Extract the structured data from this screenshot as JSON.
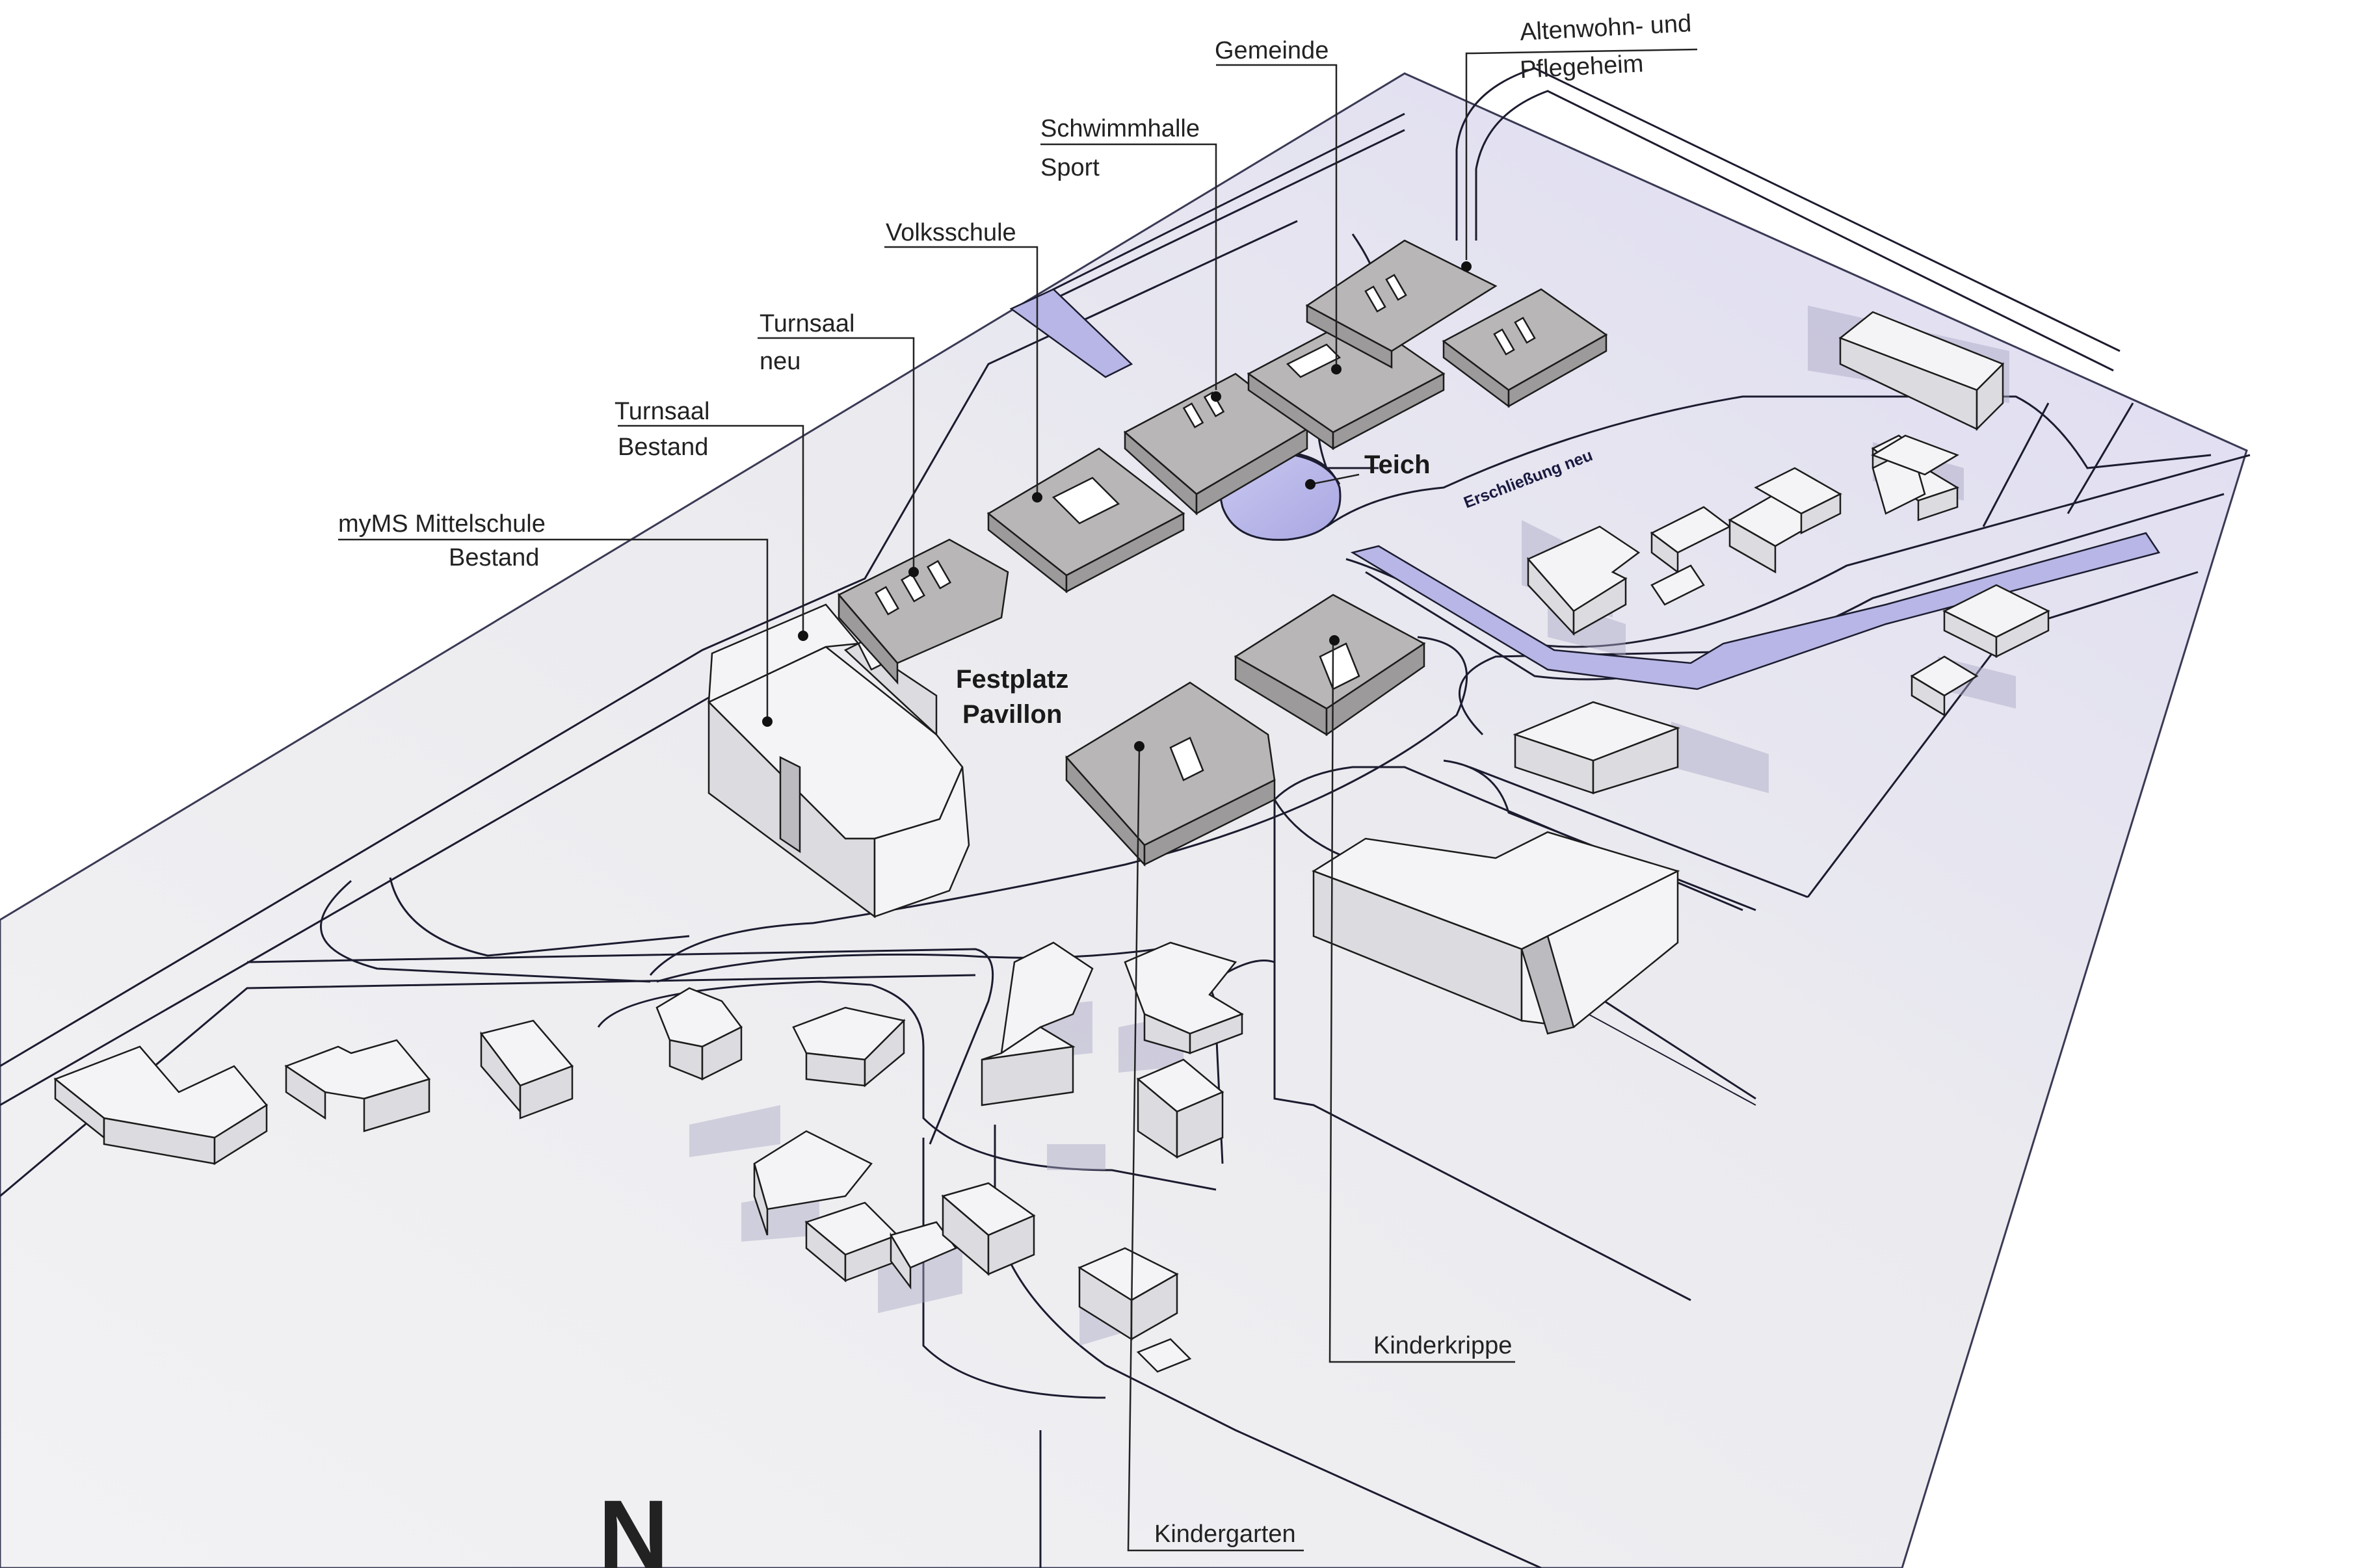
{
  "labels": {
    "altenwohn_line1": "Altenwohn- und",
    "altenwohn_line2": "Pflegeheim",
    "gemeinde": "Gemeinde",
    "schwimmhalle_line1": "Schwimmhalle",
    "schwimmhalle_line2": "Sport",
    "volksschule": "Volksschule",
    "turnsaal_neu_line1": "Turnsaal",
    "turnsaal_neu_line2": "neu",
    "turnsaal_bestand_line1": "Turnsaal",
    "turnsaal_bestand_line2": "Bestand",
    "mittelschule_line1": "myMS Mittelschule",
    "mittelschule_line2": "Bestand",
    "teich": "Teich",
    "erschliessung": "Erschließung neu",
    "festplatz_line1": "Festplatz",
    "festplatz_line2": "Pavillon",
    "kinderkrippe": "Kinderkrippe",
    "kindergarten": "Kindergarten"
  },
  "north_arrow": "N",
  "colors": {
    "paper": "#ffffff",
    "site_fill": "#eeeef1",
    "site_tint": "#d8d5f0",
    "new_building": "#b8b6b6",
    "existing_building": "#f4f4f6",
    "pond": "#b9b8ea",
    "water_channel": "#b7b6e6",
    "lines": "#1c1c30"
  }
}
